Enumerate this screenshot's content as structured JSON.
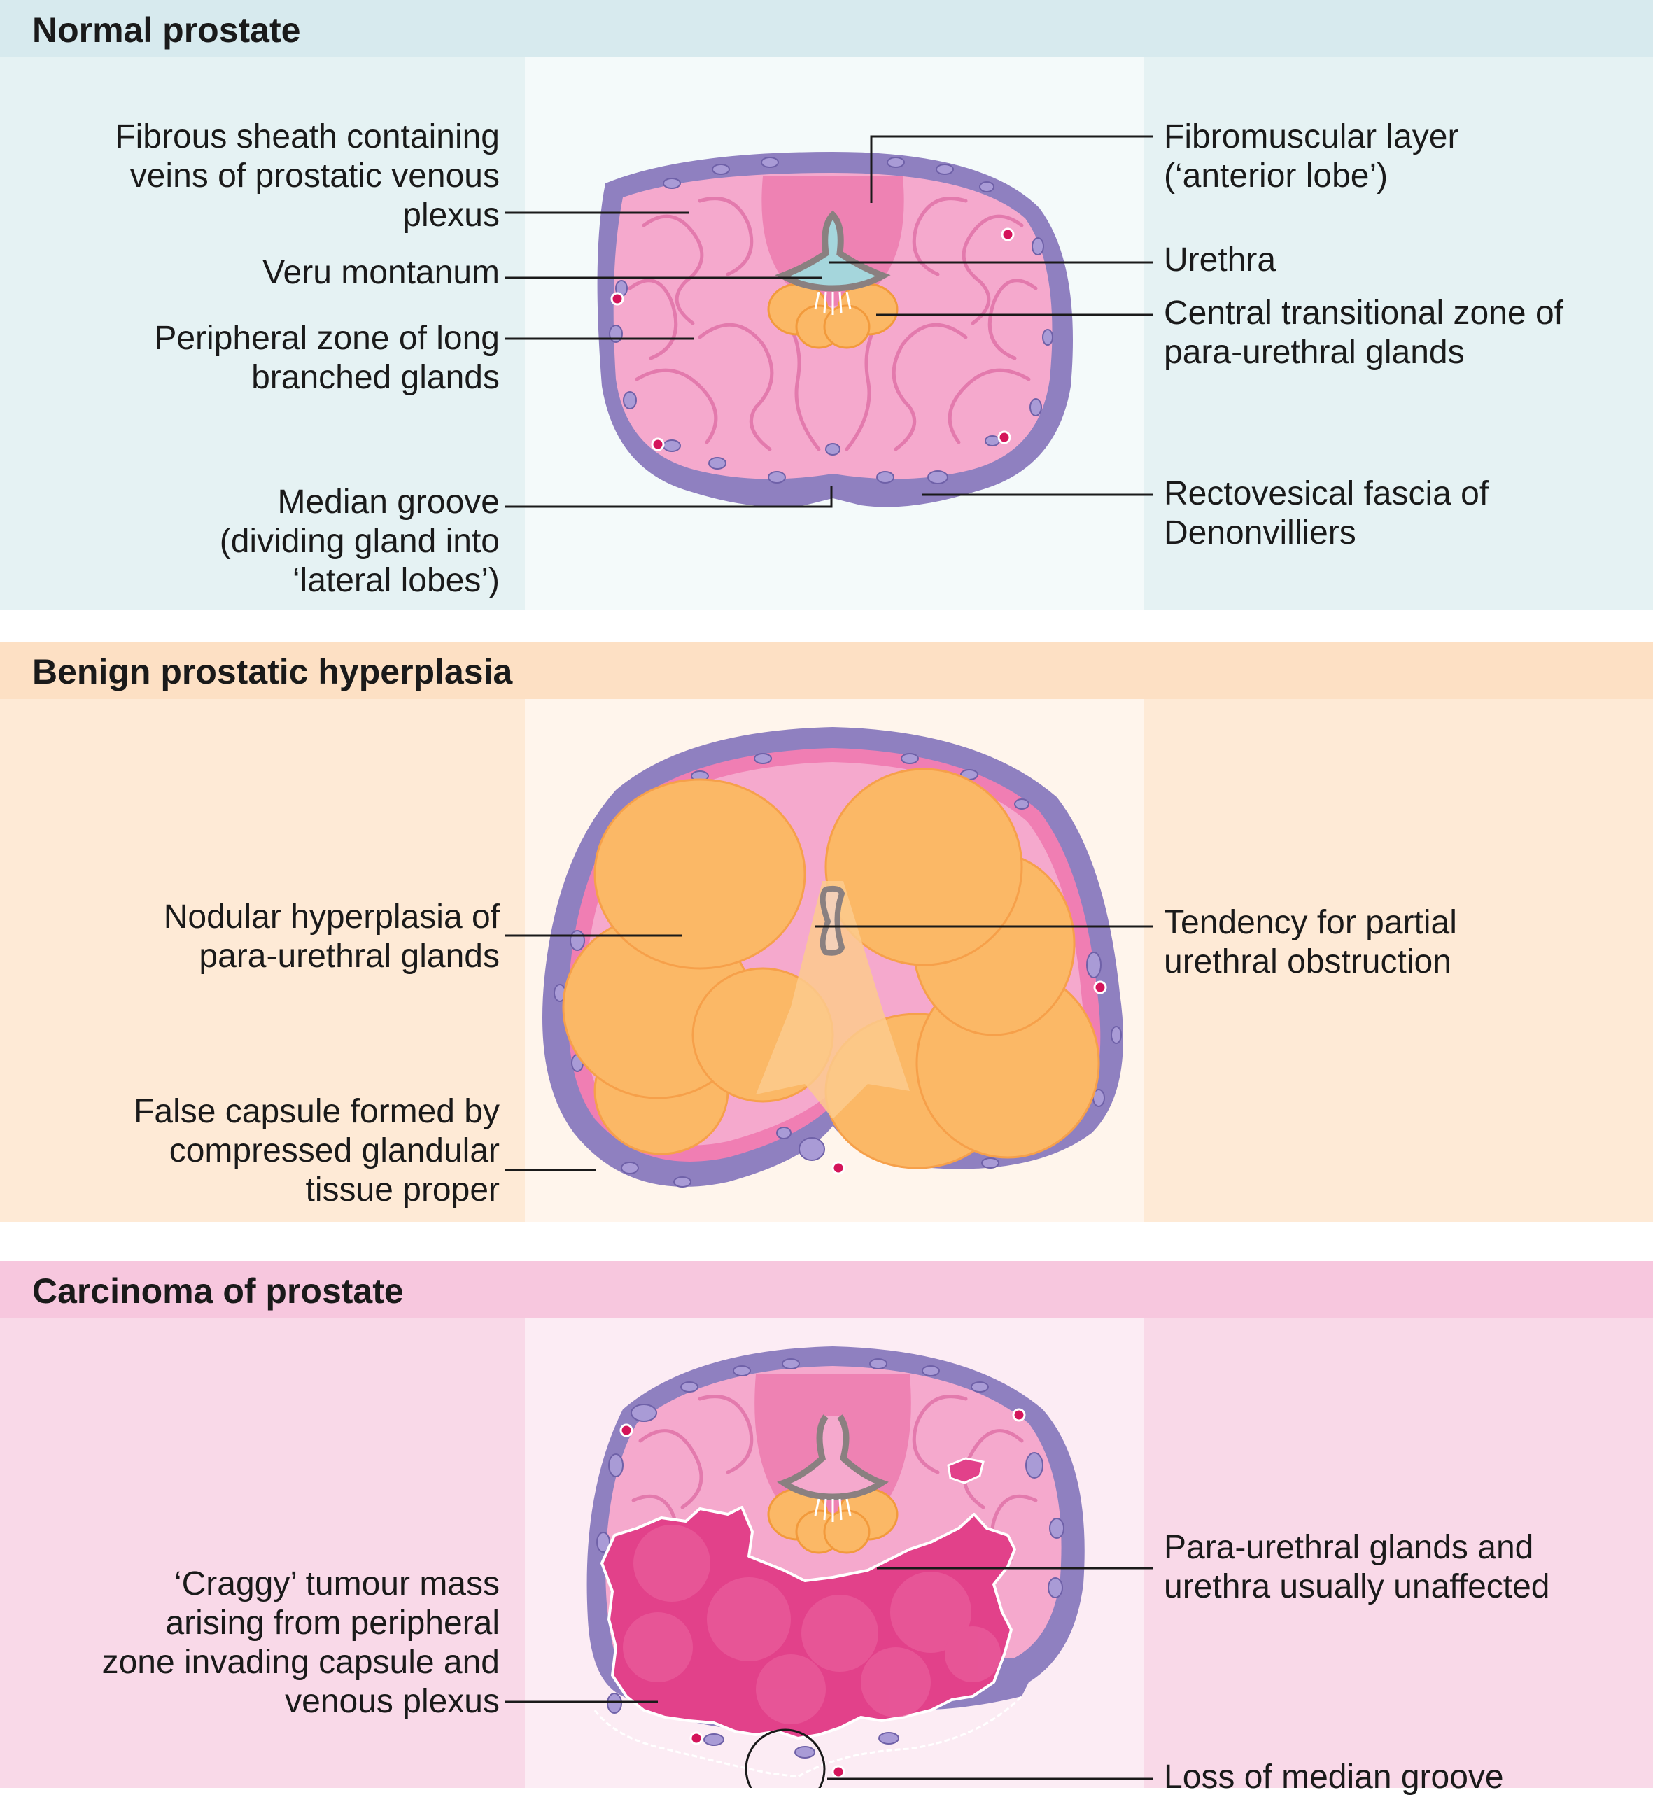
{
  "panels": {
    "normal": {
      "title": "Normal prostate",
      "colors": {
        "header": "#d7eaee",
        "side": "#e5f2f3",
        "center": "#f4fafa"
      },
      "labels": {
        "fibrous_sheath": "Fibrous sheath containing\nveins of prostatic venous\nplexus",
        "veru_montanum": "Veru montanum",
        "peripheral_zone": "Peripheral zone of long\nbranched glands",
        "median_groove": "Median groove\n(dividing gland into\n‘lateral lobes’)",
        "fibromuscular": "Fibromuscular layer\n(‘anterior lobe’)",
        "urethra": "Urethra",
        "central_zone": "Central transitional zone of\npara-urethral glands",
        "rectovesical": "Rectovesical fascia of\nDenonvilliers"
      }
    },
    "bph": {
      "title": "Benign prostatic hyperplasia",
      "colors": {
        "header": "#fde0c4",
        "side": "#feead6",
        "center": "#fff5ec"
      },
      "labels": {
        "nodular": "Nodular hyperplasia of\npara-urethral glands",
        "false_capsule": "False capsule formed by\ncompressed glandular\ntissue proper",
        "obstruction": "Tendency for partial\nurethral obstruction"
      }
    },
    "carcinoma": {
      "title": "Carcinoma of prostate",
      "colors": {
        "header": "#f7c7de",
        "side": "#f9d9e8",
        "center": "#fcecf4"
      },
      "labels": {
        "craggy": "‘Craggy’ tumour mass\narising from peripheral\nzone invading capsule and\nvenous plexus",
        "unaffected": "Para-urethral glands and\nurethra usually unaffected",
        "loss_groove": "Loss of median groove"
      }
    }
  },
  "palette": {
    "capsule": "#8f80c0",
    "vein": "#a99bd6",
    "gland_pink": "#f5a9cd",
    "fibro_pink": "#ee82b3",
    "orange": "#fbb866",
    "urethra_blue": "#a5d6dc",
    "tumour": "#e2418a",
    "red_dot": "#d4145a"
  }
}
